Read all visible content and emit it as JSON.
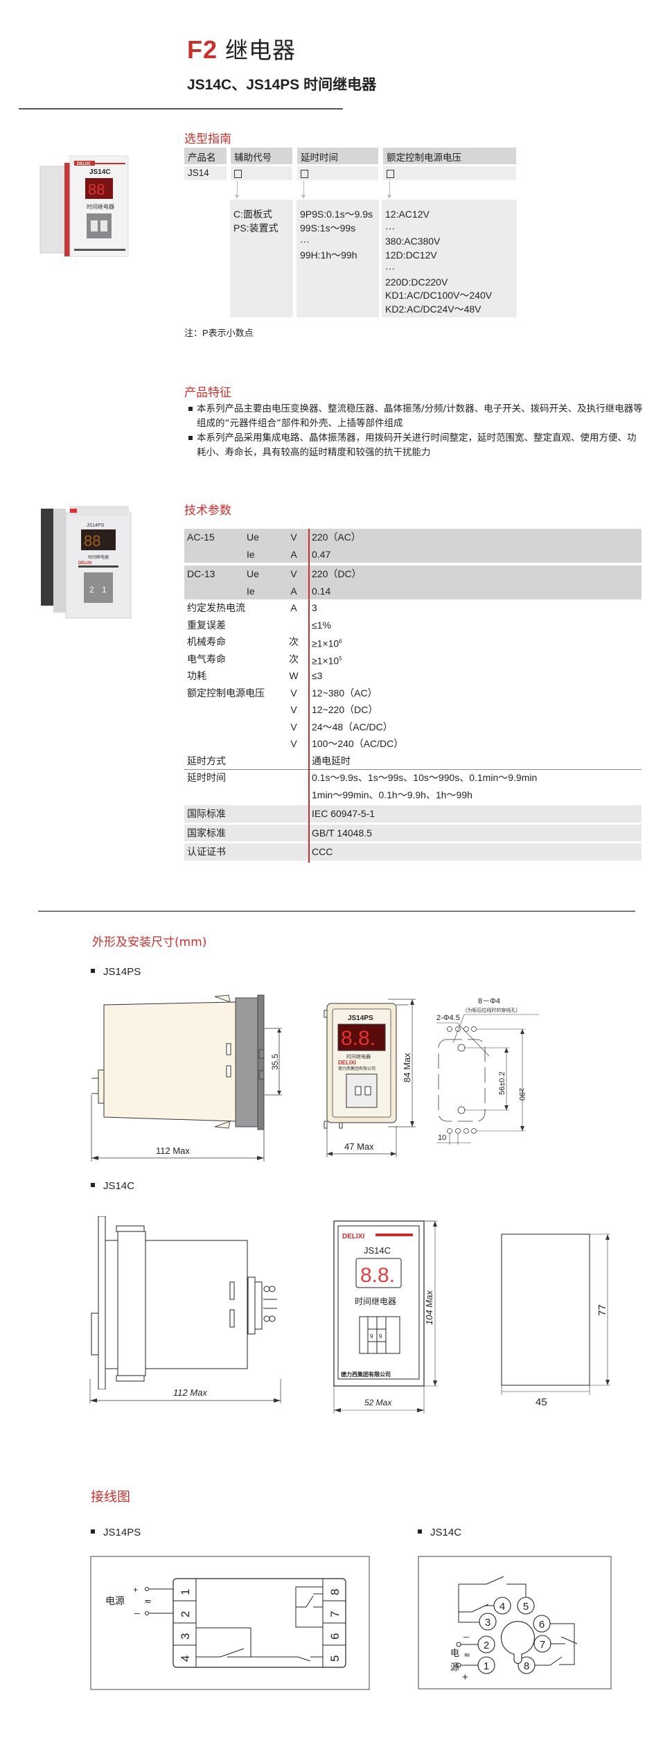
{
  "header": {
    "category_code": "F2",
    "category_name": "继电器",
    "product_title": "JS14C、JS14PS 时间继电器"
  },
  "product_images": [
    {
      "model": "JS14C",
      "brand": "DELIXI",
      "panel_label": "时间继电器",
      "display": "88"
    },
    {
      "model": "JS14PS",
      "brand": "DELIXI",
      "panel_label": "时间继电器",
      "display": "88",
      "dials": [
        "2",
        "1"
      ]
    }
  ],
  "selection_guide": {
    "title": "选型指南",
    "headers": [
      "产品名称",
      "辅助代号",
      "延时时间",
      "额定控制电源电压"
    ],
    "product_name": "JS14",
    "aux_code_options": [
      "C:面板式",
      "PS:装置式"
    ],
    "delay_options": [
      "9P9S:0.1s～9.9s",
      "99S:1s～99s",
      "···",
      "99H:1h～99h"
    ],
    "voltage_options": [
      "12:AC12V",
      "···",
      "380:AC380V",
      "12D:DC12V",
      "···",
      "220D:DC220V",
      "KD1:AC/DC100V～240V",
      "KD2:AC/DC24V～48V"
    ],
    "note": "注：P表示小数点"
  },
  "features": {
    "title": "产品特征",
    "items": [
      "本系列产品主要由电压变换器、整流稳压器、晶体振荡/分频/计数器、电子开关、拨码开关、及执行继电器等组成的“元器件组合”部件和外壳、上插等部件组成",
      "本系列产品采用集成电路、晶体振荡器，用拨码开关进行时间整定，延时范围宽、整定直观、使用方便、功耗小、寿命长，具有较高的延时精度和较强的抗干扰能力"
    ]
  },
  "tech_params": {
    "title": "技术参数",
    "rows": [
      {
        "name": "AC-15",
        "sub": "Ue",
        "unit": "V",
        "value": "220（AC）"
      },
      {
        "name": "",
        "sub": "Ie",
        "unit": "A",
        "value": "0.47"
      },
      {
        "name": "DC-13",
        "sub": "Ue",
        "unit": "V",
        "value": "220（DC）"
      },
      {
        "name": "",
        "sub": "Ie",
        "unit": "A",
        "value": "0.14"
      },
      {
        "name": "约定发热电流",
        "sub": "",
        "unit": "A",
        "value": "3"
      },
      {
        "name": "重复误差",
        "sub": "",
        "unit": "",
        "value": "≤1%"
      },
      {
        "name": "机械寿命",
        "sub": "",
        "unit": "次",
        "value": "≥1×10",
        "exp": "6"
      },
      {
        "name": "电气寿命",
        "sub": "",
        "unit": "次",
        "value": "≥1×10",
        "exp": "5"
      },
      {
        "name": "功耗",
        "sub": "",
        "unit": "W",
        "value": "≤3"
      },
      {
        "name": "额定控制电源电压",
        "sub": "",
        "unit": "V",
        "value": "12~380（AC）"
      },
      {
        "name": "",
        "sub": "",
        "unit": "V",
        "value": "12~220（DC）"
      },
      {
        "name": "",
        "sub": "",
        "unit": "V",
        "value": "24～48（AC/DC）"
      },
      {
        "name": "",
        "sub": "",
        "unit": "V",
        "value": "100～240（AC/DC）"
      },
      {
        "name": "延时方式",
        "sub": "",
        "unit": "",
        "value": "通电延时"
      },
      {
        "name": "延时时间",
        "sub": "",
        "unit": "",
        "value": "0.1s～9.9s、1s～99s、10s～990s、0.1min～9.9min"
      },
      {
        "name": "",
        "sub": "",
        "unit": "",
        "value": "1min～99min、0.1h～9.9h、1h～99h"
      },
      {
        "name": "国际标准",
        "sub": "",
        "unit": "",
        "value": "IEC 60947-5-1"
      },
      {
        "name": "国家标准",
        "sub": "",
        "unit": "",
        "value": "GB/T 14048.5"
      },
      {
        "name": "认证证书",
        "sub": "",
        "unit": "",
        "value": "CCC"
      }
    ]
  },
  "dimensions": {
    "title": "外形及安装尺寸(mm)",
    "js14ps": {
      "label": "JS14PS",
      "side_length": "112 Max",
      "pin_spacing": "35.5",
      "front_width": "47 Max",
      "front_height": "84 Max",
      "front_model": "JS14PS",
      "front_label": "时间继电器",
      "front_brand": "DELIXI",
      "front_company": "德力西集团有限公司",
      "hole_small": "2-Φ4.5",
      "hole_wire": "8－Φ4",
      "hole_wire_note": "(为板后拉线时的穿线孔)",
      "hole_spacing": "56±0.2",
      "min_height": "≥90",
      "pitch": "10"
    },
    "js14c": {
      "label": "JS14C",
      "side_length": "112 Max",
      "front_width": "52 Max",
      "front_height": "104 Max",
      "front_brand": "DELIXI",
      "front_model": "JS14C",
      "front_label": "时间继电器",
      "front_company": "德力西集团有限公司",
      "cutout_width": "45",
      "cutout_height": "77"
    }
  },
  "wiring": {
    "title": "接线图",
    "js14ps": {
      "label": "JS14PS",
      "power_label": "电源",
      "plus": "+",
      "minus": "－",
      "ac_symbol": "≂",
      "left_terminals": [
        "1",
        "2",
        "3",
        "4"
      ],
      "right_terminals": [
        "8",
        "7",
        "6",
        "5"
      ]
    },
    "js14c": {
      "label": "JS14C",
      "power_label_1": "电",
      "power_label_2": "源",
      "plus": "+",
      "minus": "－",
      "ac_symbol": "≂",
      "pins": [
        "1",
        "2",
        "3",
        "4",
        "5",
        "6",
        "7",
        "8"
      ]
    }
  }
}
